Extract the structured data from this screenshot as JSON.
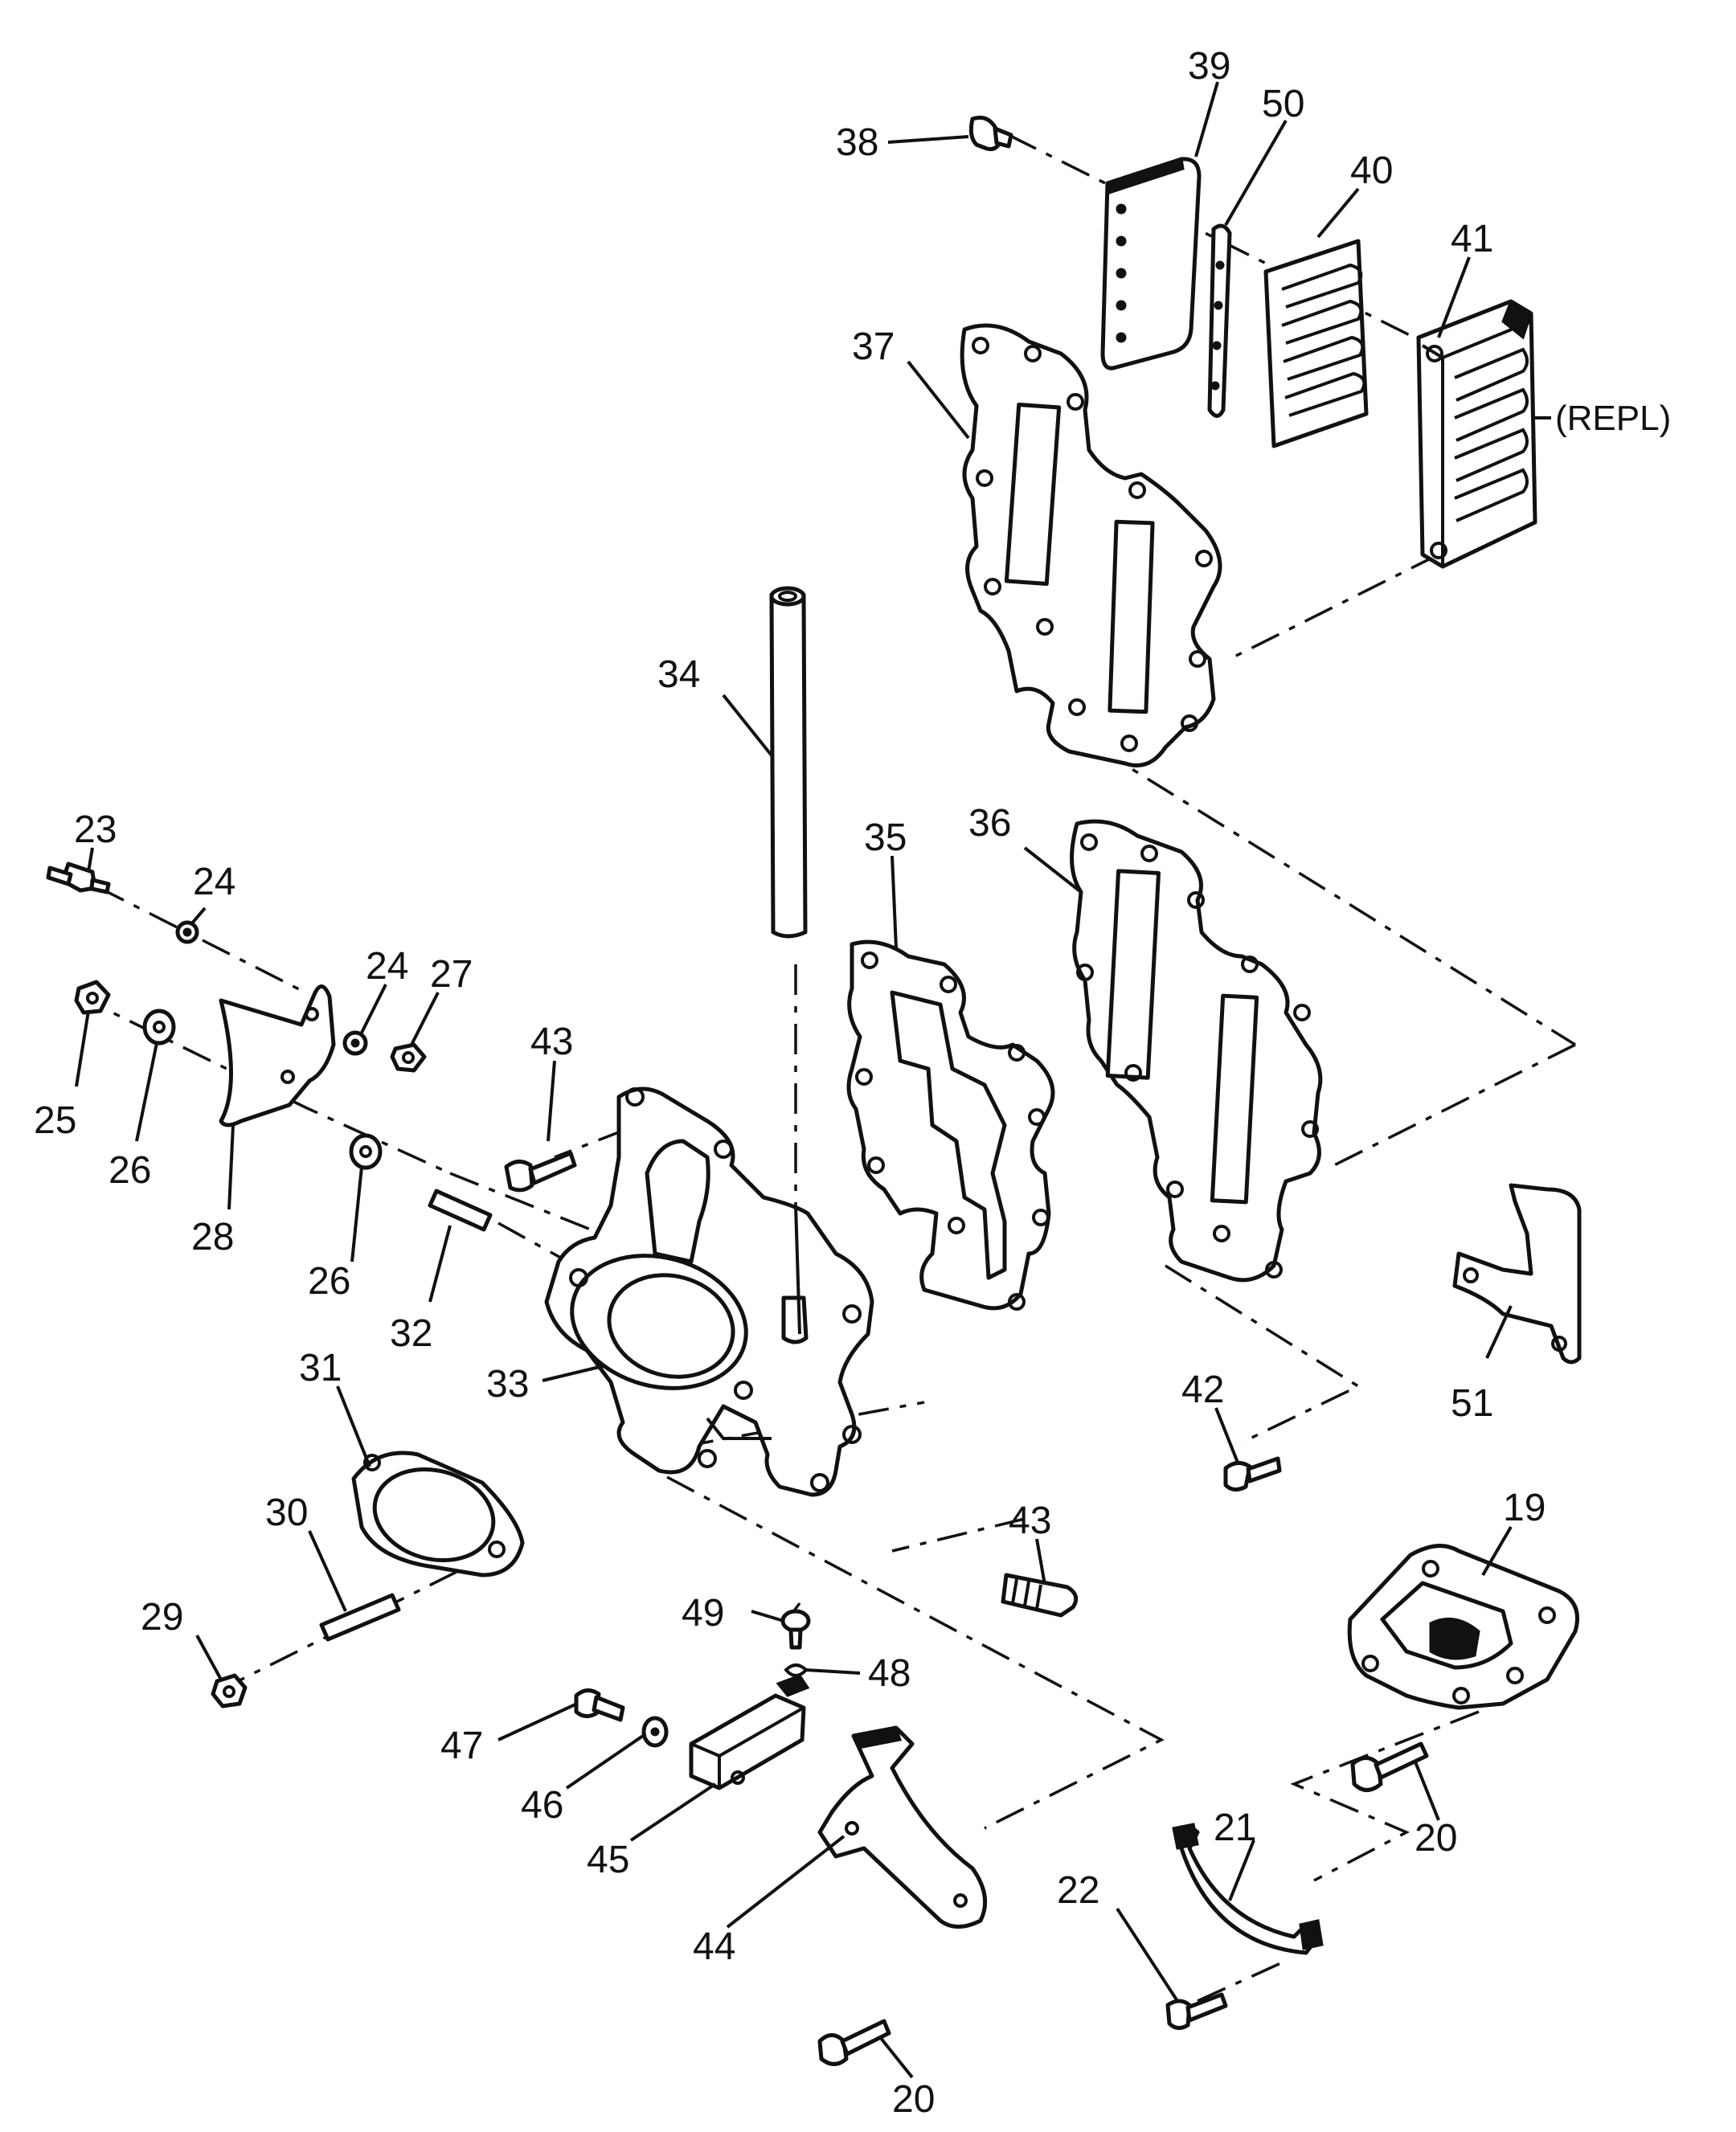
{
  "callouts": [
    "39",
    "50",
    "40",
    "41",
    "38",
    "37",
    "34",
    "23",
    "24",
    "35",
    "36",
    "24",
    "27",
    "43",
    "25",
    "26",
    "28",
    "26",
    "32",
    "33",
    "31",
    "30",
    "29",
    "43",
    "42",
    "51",
    "19",
    "49",
    "48",
    "47",
    "46",
    "45",
    "44",
    "20",
    "21",
    "20",
    "22"
  ],
  "notes": {
    "repl": "(REPL)"
  }
}
